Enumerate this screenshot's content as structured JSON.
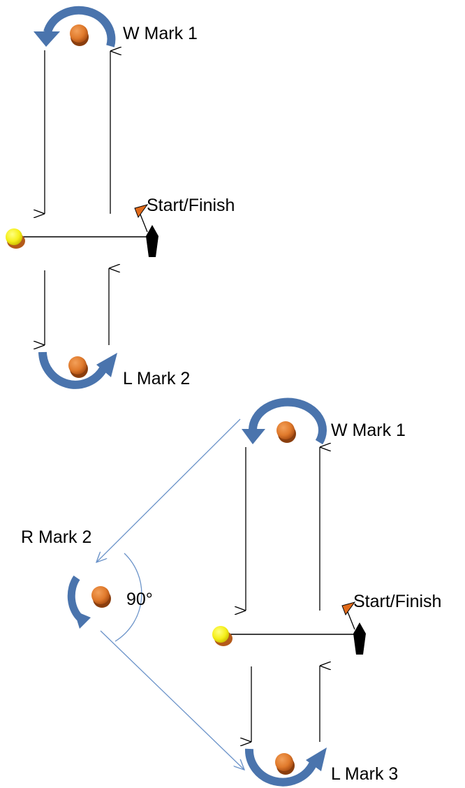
{
  "diagram1": {
    "labels": {
      "windward": "W Mark 1",
      "start_finish": "Start/Finish",
      "leeward": "L Mark 2"
    }
  },
  "diagram2": {
    "labels": {
      "windward": "W Mark 1",
      "reach": "R Mark 2",
      "angle": "90°",
      "start_finish": "Start/Finish",
      "leeward": "L Mark 3"
    }
  },
  "colors": {
    "mark": "#e07a2c",
    "pin_buoy": "#f5ef1a",
    "rounding_arrow": "#4a74ad",
    "reach_leg": "#6b93c9",
    "flag": "#e06a1a",
    "line": "#000000"
  }
}
